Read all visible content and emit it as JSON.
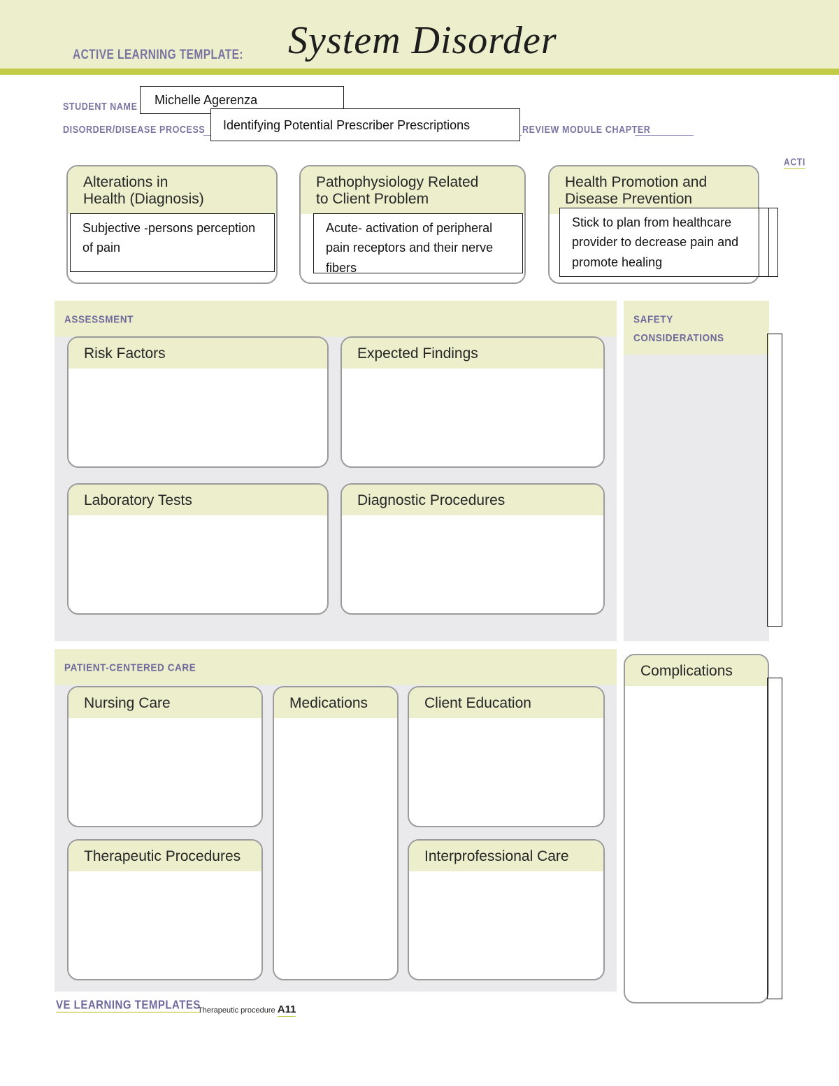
{
  "header": {
    "template_label": "ACTIVE LEARNING TEMPLATE:",
    "title": "System Disorder",
    "band_color": "#edeecb",
    "rule_color": "#c3cc49"
  },
  "fields": {
    "student_name_label": "STUDENT NAME",
    "student_name_value": "Michelle Agerenza",
    "disorder_label": "DISORDER/DISEASE PROCESS",
    "disorder_value": "Identifying Potential Prescriber Prescriptions",
    "review_label": "REVIEW MODULE CHAPTER",
    "review_value": "",
    "corner_mark": "ACTI"
  },
  "top_cards": [
    {
      "title": "Alterations in\nHealth (Diagnosis)",
      "note": "Subjective -persons perception of pain"
    },
    {
      "title": "Pathophysiology Related\nto Client Problem",
      "note": "Acute- activation of peripheral pain receptors and their nerve fibers"
    },
    {
      "title": "Health Promotion and\nDisease Prevention",
      "note": "Stick to plan from healthcare provider to decrease pain and promote healing"
    }
  ],
  "assessment": {
    "heading": "ASSESSMENT",
    "cards": [
      {
        "title": "Risk Factors",
        "content": ""
      },
      {
        "title": "Expected Findings",
        "content": ""
      },
      {
        "title": "Laboratory Tests",
        "content": ""
      },
      {
        "title": "Diagnostic Procedures",
        "content": ""
      }
    ]
  },
  "safety": {
    "heading": "SAFETY\nCONSIDERATIONS",
    "content": ""
  },
  "patient_centered_care": {
    "heading": "PATIENT-CENTERED CARE",
    "cards": [
      {
        "title": "Nursing Care",
        "content": ""
      },
      {
        "title": "Medications",
        "content": ""
      },
      {
        "title": "Client Education",
        "content": ""
      },
      {
        "title": "Therapeutic Procedures",
        "content": ""
      },
      {
        "title": "Interprofessional Care",
        "content": ""
      }
    ]
  },
  "complications": {
    "title": "Complications",
    "content": ""
  },
  "footer": {
    "brand": "VE LEARNING TEMPLATES",
    "handwritten": "Therapeutic procedure",
    "code": "A11"
  },
  "colors": {
    "cream": "#edeecb",
    "olive": "#c3cc49",
    "panel_gray": "#eaeaec",
    "label_purple": "#6f689c",
    "card_border": "#9b9b9b"
  }
}
